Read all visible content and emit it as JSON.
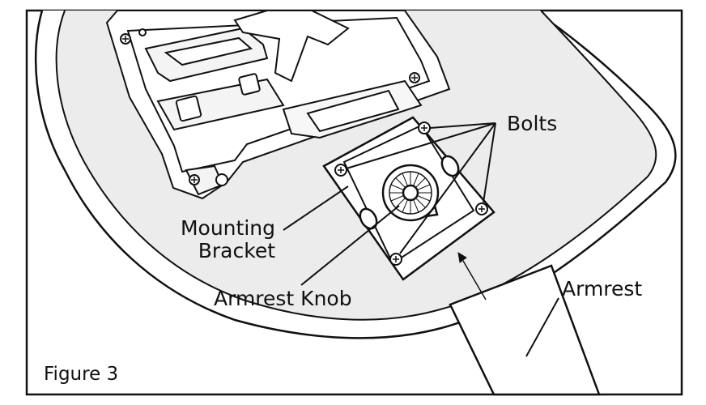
{
  "figure": {
    "caption": "Figure 3",
    "labels": {
      "bolts": "Bolts",
      "mounting_bracket_line1": "Mounting",
      "mounting_bracket_line2": "Bracket",
      "armrest_knob": "Armrest Knob",
      "armrest": "Armrest"
    },
    "colors": {
      "stroke": "#111111",
      "seat_fill": "#ececec",
      "part_fill": "#ffffff",
      "background": "#ffffff"
    }
  }
}
